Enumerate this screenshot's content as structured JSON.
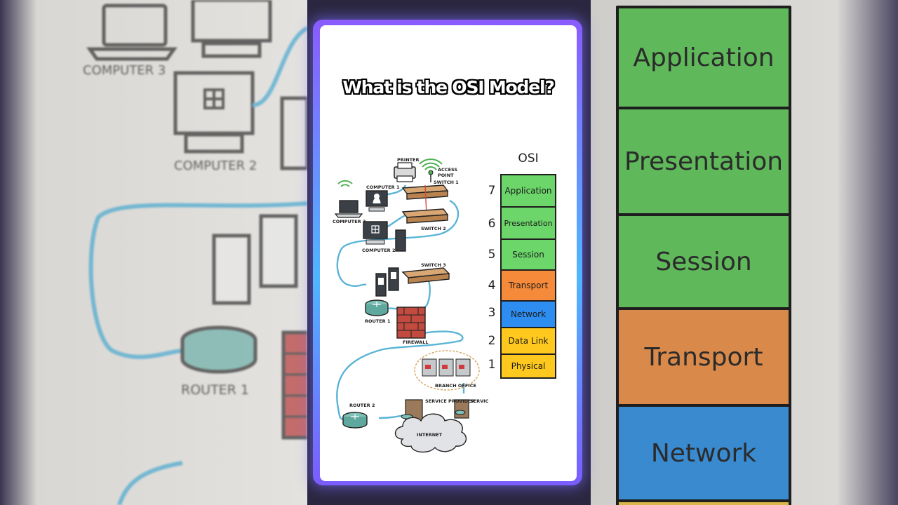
{
  "title": "What is the OSI Model?",
  "osi": {
    "heading": "OSI",
    "layers": [
      {
        "number": "7",
        "name": "Application",
        "color": "#6cd66a"
      },
      {
        "number": "6",
        "name": "Presentation",
        "color": "#6cd66a"
      },
      {
        "number": "5",
        "name": "Session",
        "color": "#6cd66a"
      },
      {
        "number": "4",
        "name": "Transport",
        "color": "#f58a3a"
      },
      {
        "number": "3",
        "name": "Network",
        "color": "#2e8df0"
      },
      {
        "number": "2",
        "name": "Data Link",
        "color": "#ffc81e"
      },
      {
        "number": "1",
        "name": "Physical",
        "color": "#ffc81e"
      }
    ]
  },
  "diagram": {
    "labels": {
      "printer": "PRINTER",
      "access_point_1": "ACCESS",
      "access_point_2": "POINT",
      "switch1": "SWITCH 1",
      "switch2": "SWITCH 2",
      "switch3": "SWITCH 3",
      "computer1": "COMPUTER 1",
      "computer2": "COMPUTER 2",
      "computer3": "COMPUTER 3",
      "router1": "ROUTER 1",
      "router2": "ROUTER 2",
      "firewall": "FIREWALL",
      "branch_office": "BRANCH OFFICE",
      "service_provider_a": "SERVICE PROVIDER",
      "service_provider_b": "SERVICE PROVIDER",
      "internet": "INTERNET"
    },
    "cable_color": "#5ab4d6"
  },
  "background": {
    "left_labels": {
      "computer3": "COMPUTER 3",
      "computer2": "COMPUTER 2",
      "router1": "ROUTER 1"
    },
    "right_layers": [
      {
        "name": "Application",
        "color": "#5fb85a"
      },
      {
        "name": "Presentation",
        "color": "#5fb85a"
      },
      {
        "name": "Session",
        "color": "#5fb85a"
      },
      {
        "name": "Transport",
        "color": "#d98a4a"
      },
      {
        "name": "Network",
        "color": "#3a8ad0"
      }
    ]
  }
}
